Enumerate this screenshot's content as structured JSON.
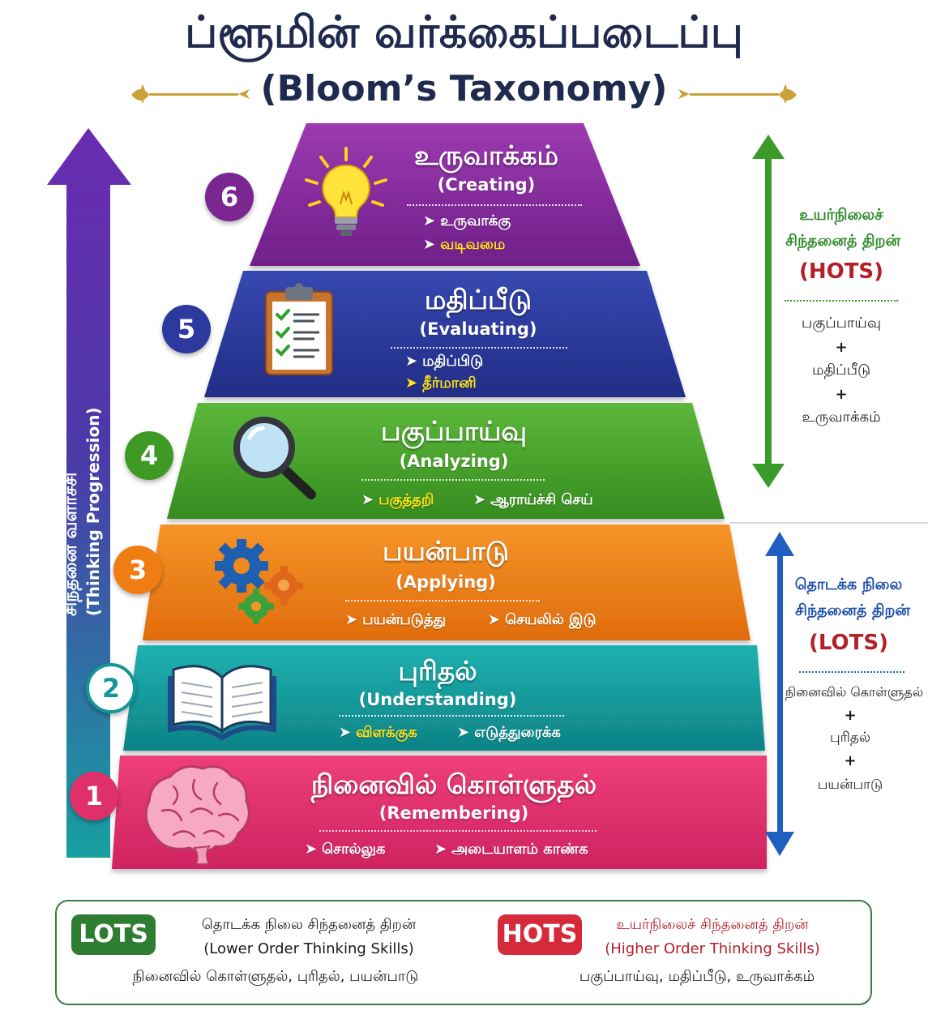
{
  "header": {
    "title": "ப்ளூமின் வர்க்கைப்படைப்பு",
    "subtitle": "(Bloom’s Taxonomy)"
  },
  "vertical_label": {
    "tamil": "சிந்தனை வளர்ச்சி",
    "english": "(Thinking Progression)"
  },
  "levels": [
    {
      "number": "1",
      "title": "நினைவில் கொள்ளுதல்",
      "english": "(Remembering)",
      "bullets": [
        "சொல்லுக",
        "அடையாளம் காண்க"
      ],
      "color": "#e0306a",
      "icon": "brain-icon"
    },
    {
      "number": "2",
      "title": "புரிதல்",
      "english": "(Understanding)",
      "bullets": [
        "விளக்குக",
        "எடுத்துரைக்க"
      ],
      "color": "#14979a",
      "icon": "book-icon"
    },
    {
      "number": "3",
      "title": "பயன்பாடு",
      "english": "(Applying)",
      "bullets": [
        "பயன்படுத்து",
        "செயலில் இடு"
      ],
      "color": "#f07d14",
      "icon": "gears-icon"
    },
    {
      "number": "4",
      "title": "பகுப்பாய்வு",
      "english": "(Analyzing)",
      "bullets": [
        "பகுத்தறி",
        "ஆராய்ச்சி செய்"
      ],
      "color": "#4aa32a",
      "icon": "magnifier-icon"
    },
    {
      "number": "5",
      "title": "மதிப்பீடு",
      "english": "(Evaluating)",
      "bullets": [
        "மதிப்பிடு",
        "தீர்மானி"
      ],
      "color": "#2b3a9c",
      "icon": "clipboard-icon"
    },
    {
      "number": "6",
      "title": "உருவாக்கம்",
      "english": "(Creating)",
      "bullets": [
        "உருவாக்கு",
        "வடிவமை"
      ],
      "color": "#8a2c9e",
      "icon": "lightbulb-icon"
    }
  ],
  "hots_side": {
    "label_line1": "உயர்நிலைச்",
    "label_line2": "சிந்தனைத் திறன்",
    "code": "(HOTS)",
    "items": [
      "பகுப்பாய்வு",
      "+",
      "மதிப்பீடு",
      "+",
      "உருவாக்கம்"
    ]
  },
  "lots_side": {
    "label_line1": "தொடக்க நிலை",
    "label_line2": "சிந்தனைத் திறன்",
    "code": "(LOTS)",
    "items": [
      "நினைவில் கொள்ளுதல்",
      "+",
      "புரிதல்",
      "+",
      "பயன்பாடு"
    ]
  },
  "legend": {
    "lots": {
      "badge": "LOTS",
      "tamil": "தொடக்க நிலை சிந்தனைத் திறன்",
      "english": "(Lower Order Thinking Skills)",
      "levels": "நினைவில் கொள்ளுதல், புரிதல், பயன்பாடு"
    },
    "hots": {
      "badge": "HOTS",
      "tamil": "உயர்நிலைச் சிந்தனைத் திறன்",
      "english": "(Higher Order Thinking Skills)",
      "levels": "பகுப்பாய்வு, மதிப்பீடு, உருவாக்கம்"
    }
  },
  "colors": {
    "navy": "#1f2a4e",
    "hots_red": "#b3202a",
    "lots_green": "#2f7d32",
    "hots_arrow": "#3a9a2a",
    "lots_arrow": "#1e5fbf",
    "gold": "#c9a23a"
  }
}
